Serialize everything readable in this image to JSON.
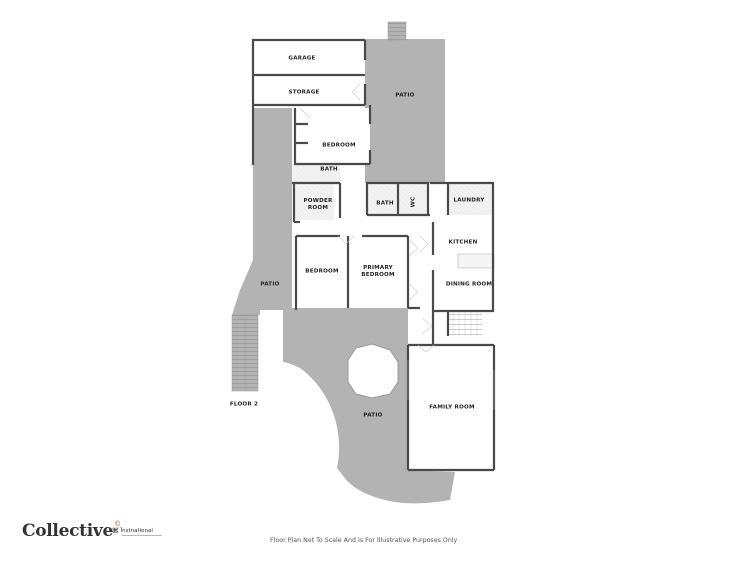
{
  "floor_plan": {
    "floor_label": "FLOOR 2",
    "rooms": [
      {
        "id": "garage",
        "label": "GARAGE"
      },
      {
        "id": "storage",
        "label": "STORAGE"
      },
      {
        "id": "patio_north",
        "label": "PATIO"
      },
      {
        "id": "bedroom_1",
        "label": "BEDROOM"
      },
      {
        "id": "bath_1",
        "label": "BATH"
      },
      {
        "id": "powder_room",
        "label": "POWDER\nROOM"
      },
      {
        "id": "bath_2",
        "label": "BATH"
      },
      {
        "id": "wc",
        "label": "WC"
      },
      {
        "id": "laundry",
        "label": "LAUNDRY"
      },
      {
        "id": "kitchen",
        "label": "KITCHEN"
      },
      {
        "id": "bedroom_2",
        "label": "BEDROOM"
      },
      {
        "id": "primary_bedroom",
        "label": "PRIMARY\nBEDROOM"
      },
      {
        "id": "dining_room",
        "label": "DINING ROOM"
      },
      {
        "id": "patio_west",
        "label": "PATIO"
      },
      {
        "id": "patio_south",
        "label": "PATIO"
      },
      {
        "id": "family_room",
        "label": "FAMILY ROOM"
      }
    ],
    "colors": {
      "patio_fill": "#b3b3b3",
      "wall": "#4a4a4a",
      "tile_fill": "#eeeeee",
      "room_fill": "#ffffff"
    }
  },
  "footer": {
    "brand": "Collective",
    "brand_mark": "©",
    "partner_name": "Ïnstnational",
    "disclaimer": "Floor Plan Not To Scale And Is For Illustrative Purposes Only"
  }
}
